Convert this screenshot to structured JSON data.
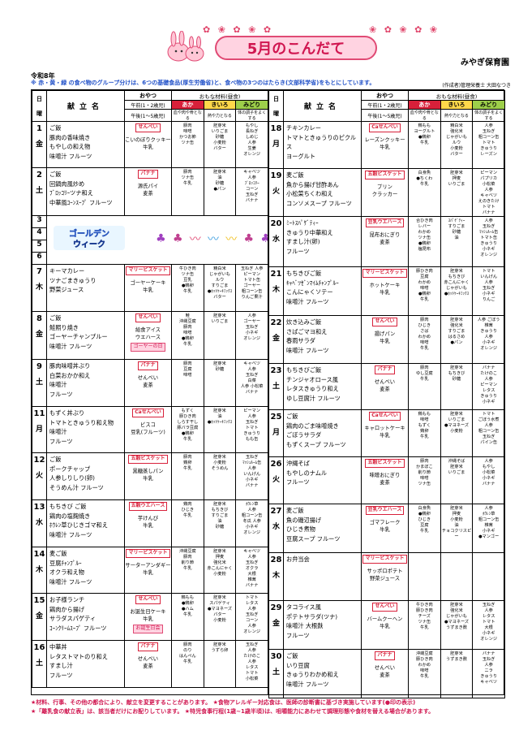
{
  "header": {
    "title": "5月のこんだて",
    "nursery": "みやぎ保育園",
    "era": "令和8年",
    "notice": "※ 赤・黄・緑 の食べ物のグループ分けは、6つの基礎食品(厚生労働省)と、食べ物の3つのはたらき(文部科学省)をもとにしています。",
    "author": "(作成者)管理栄養士 大田なつき"
  },
  "columns": {
    "day": "日",
    "weekday": "曜",
    "menu": "献立名",
    "snack": "おやつ",
    "ingredients": "おもな材料(昼食)",
    "morning": "午前(1・2歳児)",
    "afternoon": "午後(1～5歳児)",
    "red": "あか",
    "yellow": "きいろ",
    "green": "みどり",
    "red_desc": "血や肉や骨となる",
    "yellow_desc": "熱や力となる",
    "green_desc": "体の調子をよくする"
  },
  "gw": {
    "logo": "ゴールデンウィーク",
    "days": [
      "3",
      "4",
      "5",
      "6"
    ]
  },
  "days_left": [
    {
      "d": "1",
      "w": "金",
      "menu": [
        "ご飯",
        "豚肉の香味焼き",
        "もやしの和え物",
        "味噌汁 フルーツ"
      ],
      "snack": [
        "せんべい",
        "",
        "こいのぼりクッキー",
        "牛乳"
      ],
      "red_label": true,
      "a": "豚肉\n味噌\nかつお節\nツナ缶",
      "k": "胚芽米\nいりごま\n砂糖\n小麦粉\nバター",
      "m": "もやし\n長ねぎ\nしめじ\n人参\n生姜\nオレンジ"
    },
    {
      "d": "2",
      "w": "土",
      "menu": [
        "ご飯",
        "回鍋肉風炒め",
        "ﾌﾞﾛｯｺﾘｰツナ和え",
        "中華風ｺｰﾝｽｰﾌﾟ フルーツ"
      ],
      "snack": [
        "バナナ",
        "",
        "源氏パイ",
        "麦茶"
      ],
      "red_label": true,
      "a": "豚肉\nツナ缶\n牛乳",
      "k": "胚芽米\n油\n砂糖\n●パン",
      "m": "キャベツ\n人参\nﾌﾞﾛｯｺﾘｰ\nコーン\n玉ねぎ\nバナナ"
    },
    {
      "d": "7",
      "w": "木",
      "menu": [
        "キーマカレー",
        "ツナごまきゅうり",
        "野菜ジュース"
      ],
      "snack": [
        "マリービスケット",
        "",
        "ゴーヤーケーキ",
        "牛乳"
      ],
      "red_label": true,
      "a": "牛ひき肉\nツナ缶\n豆乳\n●鶏卵\n牛乳",
      "k": "精白米\nじゃがいも\nルウ\nすりごま\n●ﾎｯﾄｹｰｷﾐｯｸｽ\nバター",
      "m": "玉ねぎ 人参\nピーマン\nトマト缶\nゴーヤー\n粗コーン缶\nりんご果汁"
    },
    {
      "d": "8",
      "w": "金",
      "menu": [
        "ご飯",
        "鮭照り焼き",
        "ゴーヤーチャンプルー",
        "味噌汁 フルーツ"
      ],
      "snack": [
        "せんべい",
        "",
        "給食アイス",
        "ウエハース"
      ],
      "red_label": true,
      "event": "ゴーヤーの日",
      "a": "鮭\n沖縄豆腐\n豚肉\n味噌\n●鶏卵\n牛乳",
      "k": "胚芽米\nいりごま",
      "m": "人参\nゴーヤー\n玉ねぎ\n小ネギ\nオレンジ"
    },
    {
      "d": "9",
      "w": "土",
      "menu": [
        "豚肉味噌丼ぶり",
        "白菜おかか和え",
        "味噌汁",
        "フルーツ"
      ],
      "snack": [
        "バナナ",
        "",
        "せんべい",
        "麦茶"
      ],
      "red_label": true,
      "a": "豚肉\n豆腐\n味噌",
      "k": "胚芽米\n砂糖",
      "m": "キャベツ\n人参\n玉ねぎ\n白菜\n人参 小松菜\nバナナ"
    },
    {
      "d": "11",
      "w": "月",
      "menu": [
        "もずく丼ぶり",
        "トマトときゅうり和え物",
        "味噌汁",
        "フルーツ"
      ],
      "snack": [
        "Caせんべい",
        "",
        "ビスコ",
        "豆乳(フルーツ)"
      ],
      "red_label": true,
      "a": "もずく\n豚ひき肉\nしらす干し\n豚バラ豆腐\n●鶏卵\n牛乳",
      "k": "胚芽米\n油\n●ﾎｯﾄｹｰｷﾐｯｸｽ",
      "m": "ピーマン\n人参\n玉ねぎ\nトマト\nきゅうり\nもも缶"
    },
    {
      "d": "12",
      "w": "火",
      "menu": [
        "ご飯",
        "ポークチャップ",
        "人参しりしり(卵)",
        "そうめん汁 フルーツ"
      ],
      "snack": [
        "五穀ビスケット",
        "",
        "黒糖蒸しパン",
        "牛乳"
      ],
      "red_label": true,
      "a": "豚肉\n鶏卵\n牛乳",
      "k": "胚芽米\n小麦粉\nそうめん",
      "m": "玉ねぎ\nﾏｯｼｭﾙｰﾑ缶\n人参\nいんげん\n小ネギ\nバナナ"
    },
    {
      "d": "13",
      "w": "水",
      "menu": [
        "もちきび ご飯",
        "鶏肉の塩麹焼き",
        "ﾎｳﾚﾝ草ひじきゴマ和え",
        "味噌汁 フルーツ"
      ],
      "snack": [
        "五穀ウエハース",
        "",
        "芋けんぴ",
        "牛乳"
      ],
      "red_label": true,
      "a": "鶏肉\nひじき\n牛乳",
      "k": "胚芽米\nもちきび\nすりごま\n油\n砂糖",
      "m": "ﾎｳﾚﾝ草\n人参\n粗コーン缶\n冬瓜 人参\n小ネギ\nオレンジ"
    },
    {
      "d": "14",
      "w": "木",
      "menu": [
        "麦ご飯",
        "豆腐ﾁｬﾝﾌﾟﾙｰ",
        "オクラ和え物",
        "味噌汁 フルーツ"
      ],
      "snack": [
        "マリービスケット",
        "",
        "サーターアンダギー",
        "牛乳"
      ],
      "red_label": true,
      "a": "沖縄豆腐\n豚肉\n削り節\n牛乳",
      "k": "胚芽米\n押麦\n強化米\n赤こんにゃく\n小麦粉",
      "m": "キャベツ\n人参\n玉ねぎ\nオクラ\n大根\n椎茸\nバナナ"
    },
    {
      "d": "15",
      "w": "金",
      "menu": [
        "お子様ランチ",
        "鶏肉から揚げ",
        "サラダスパゲティ",
        "ｺｰﾝｸﾘｰﾑｽｰﾌﾟ フルーツ"
      ],
      "snack": [
        "せんべい",
        "",
        "お誕生日ケーキ",
        "牛乳"
      ],
      "red_label": true,
      "event": "お誕生日会",
      "a": "鶏もも\n●鶏卵\n●ハム\n牛乳",
      "k": "胚芽米\nスパゲティ\n●マヨネーズ\nバター\n小麦粉",
      "m": "トマト\nレタス\n人参\n玉ねぎ\nコーン\n人参\nオレンジ"
    },
    {
      "d": "16",
      "w": "土",
      "menu": [
        "中華丼",
        "レタストマトのり和え",
        "すまし汁",
        "フルーツ"
      ],
      "snack": [
        "バナナ",
        "",
        "せんべい",
        "麦茶"
      ],
      "red_label": true,
      "a": "豚肉\nのり\nはんぺん\n牛乳",
      "k": "胚芽米\nうずら卵",
      "m": "玉ねぎ\n人参\nたけのこ\n人参\nレタス\nトマト\n小松菜"
    }
  ],
  "days_right": [
    {
      "d": "18",
      "w": "月",
      "menu": [
        "チキンカレー",
        "トマトときゅうりのピクルス",
        "ヨーグルト"
      ],
      "snack": [
        "Caせんべい",
        "",
        "レーズンクッキー",
        "牛乳"
      ],
      "red_label": true,
      "a": "鶏もも\nヨーグルト\n●鶏卵\n牛乳",
      "k": "精白米\n強化米\nじゃがいも\nルウ\n小麦粉\nバター",
      "m": "人参\n玉ねぎ\n粗コーン缶\nトマト\nきゅうり\nレーズン"
    },
    {
      "d": "19",
      "w": "火",
      "menu": [
        "麦ご飯",
        "魚から揚げ甘酢あん",
        "小松菜ちくわ和え",
        "コンソメスープ フルーツ"
      ],
      "snack": [
        "五穀ビスケット",
        "",
        "プリン",
        "クラッカー"
      ],
      "red_label": true,
      "a": "白身魚\n●ちくわ\n牛乳",
      "k": "胚芽米\n押麦\nいりごま",
      "m": "ピーマン\nパプリカ\n小松菜\n人参\nキャベツ\nえのきたけ\nトマト\nバナナ"
    },
    {
      "d": "20",
      "w": "水",
      "menu": [
        "ﾐｰﾄｽﾊﾟｹﾞﾃｨｰ",
        "きゅうり中華和え",
        "すまし汁(卵)",
        "フルーツ"
      ],
      "snack": [
        "豆乳ウエハース",
        "",
        "昆布おにぎり",
        "麦茶"
      ],
      "red_label": true,
      "a": "合ひき肉\nレバー\nわかめ\nツナ缶\n●鶏卵\n塩昆布",
      "k": "ｽﾊﾟｹﾞﾃｨｰ\nすりごま\n砂糖\n油",
      "m": "人参\n玉ねぎ\nﾏｯｼｭﾙｰﾑ缶\nトマト缶\nきゅうり\n小ネギ\nオレンジ"
    },
    {
      "d": "21",
      "w": "木",
      "menu": [
        "もちきびご飯",
        "ｷｬﾍﾞﾂｾﾞﾝﾏｲﾑﾁｬﾝﾌﾟﾙｰ",
        "こんにゃくソテー",
        "味噌汁 フルーツ"
      ],
      "snack": [
        "マリービスケット",
        "",
        "ホットケーキ",
        "牛乳"
      ],
      "red_label": true,
      "a": "豚ひき肉\n豆腐\nわかめ\n味噌\n●鶏卵\n牛乳",
      "k": "胚芽米\nもちきび\n赤こんにゃく\nじゃがいも\n●ﾎｯﾄｹｰｷﾐｯｸｽ",
      "m": "トマト\nいんげん\n人参\n玉ねぎ\n小ネギ\nりんご"
    },
    {
      "d": "22",
      "w": "金",
      "menu": [
        "炊き込みご飯",
        "さばごマヨ和え",
        "春雨サラダ",
        "味噌汁 フルーツ"
      ],
      "snack": [
        "せんべい",
        "",
        "揚げパン",
        "牛乳"
      ],
      "red_label": true,
      "a": "豚肉\nひじき\nさば\nわかめ\n味噌\n牛乳",
      "k": "胚芽米\n強化米\nすりごま\nはるさめ\n●パン",
      "m": "人参 ごぼう\n椎茸\nきゅうり\n人参\n小ネギ\nオレンジ"
    },
    {
      "d": "23",
      "w": "土",
      "menu": [
        "もちきびご飯",
        "チンジャオロース風",
        "レタスきゅうり和え",
        "ゆし豆腐汁 フルーツ"
      ],
      "snack": [
        "バナナ",
        "",
        "せんべい",
        "麦茶"
      ],
      "red_label": true,
      "a": "豚肉\nゆし豆腐\n牛乳",
      "k": "胚芽米\nもちきび\n砂糖",
      "m": "バナナ\nたけのこ\n人参\nピーマン\nレタス\nきゅうり\n小ネギ"
    },
    {
      "d": "25",
      "w": "月",
      "menu": [
        "ご飯",
        "鶏肉のごま味噌焼き",
        "ごぼうサラダ",
        "もずくスープ フルーツ"
      ],
      "snack": [
        "Caせんべい",
        "",
        "キャロットケーキ",
        "牛乳"
      ],
      "red_label": true,
      "a": "鶏もも\n味噌\nもずく\n鶏卵\n牛乳",
      "k": "胚芽米\nいりごま\n●マヨネーズ\n小麦粉",
      "m": "トマト\nごぼう水煮\n人参\n粗コーン缶\n玉ねぎ\nパイン缶"
    },
    {
      "d": "26",
      "w": "火",
      "menu": [
        "沖縄そば",
        "もやしのナムル",
        "フルーツ"
      ],
      "snack": [
        "五穀ビスケット",
        "",
        "味噌おにぎり",
        "麦茶"
      ],
      "red_label": true,
      "a": "豚肉\nかまぼこ\n削り節\n味噌\nツナ缶",
      "k": "沖縄そば\n胚芽米\nいりごま",
      "m": "人参\nもやし\n小松菜\n小ネギ\nバナナ"
    },
    {
      "d": "27",
      "w": "水",
      "menu": [
        "麦ご飯",
        "魚の磯辺揚げ",
        "ひじき煮物",
        "豆腐スープ フルーツ"
      ],
      "snack": [
        "豆乳ウエハース",
        "",
        "ゴマフレーク",
        "牛乳"
      ],
      "red_label": true,
      "a": "白身魚\n●鶏卵\nひじき\n豆腐\n牛乳",
      "k": "胚芽米\n押麦\n小麦粉\n油\nチョコクリスピー",
      "m": "人参\nﾎｳﾚﾝ草\n粗コーン缶\n椎茸\n小ネギ\n●マンゴー"
    },
    {
      "d": "28",
      "w": "木",
      "menu": [
        "お弁当会"
      ],
      "snack": [
        "マリービスケット",
        "",
        "サッポロポテト",
        "野菜ジュース"
      ],
      "red_label": true,
      "a": "",
      "k": "",
      "m": ""
    },
    {
      "d": "29",
      "w": "金",
      "menu": [
        "タコライス風",
        "ポテトサラダ(ツナ)",
        "味噌汁 大根麩",
        "フルーツ"
      ],
      "snack": [
        "せんべい",
        "",
        "バームクーヘン",
        "牛乳"
      ],
      "red_label": true,
      "a": "牛ひき肉\n豚ひき肉\nチーズ\nツナ缶\n牛乳",
      "k": "胚芽米\n強化米\nじゃがいも\n●マヨネーズ\nうずまき麩",
      "m": "玉ねぎ\n人参\nレタス\nトマト\n大根\n小ネギ\nオレンジ"
    },
    {
      "d": "30",
      "w": "土",
      "menu": [
        "ご飯",
        "いり豆腐",
        "きゅうりわかめ和え",
        "味噌汁 フルーツ"
      ],
      "snack": [
        "バナナ",
        "",
        "せんべい",
        "麦茶"
      ],
      "red_label": true,
      "a": "沖縄豆腐\n豚ひき肉\nわかめ\n味噌\n牛乳",
      "k": "胚芽米\nうずまき麩",
      "m": "バナナ\n玉ねぎ\n人参\nニラ\nきゅうり\nキャベツ"
    }
  ],
  "footer": [
    "★材料、行事、その他の都合により、献立を変更することがあります。 ★食物アレルギー対応食は、医師の診断書に基づき実施しています(●印の表示)",
    "★「離乳食の献立表」は、該当者だけにお配りしています。 ★特児食事行程(1歳~1歳半頃)は、咀嚼能力にあわせて調理形態や食材を替える場合があります。"
  ]
}
